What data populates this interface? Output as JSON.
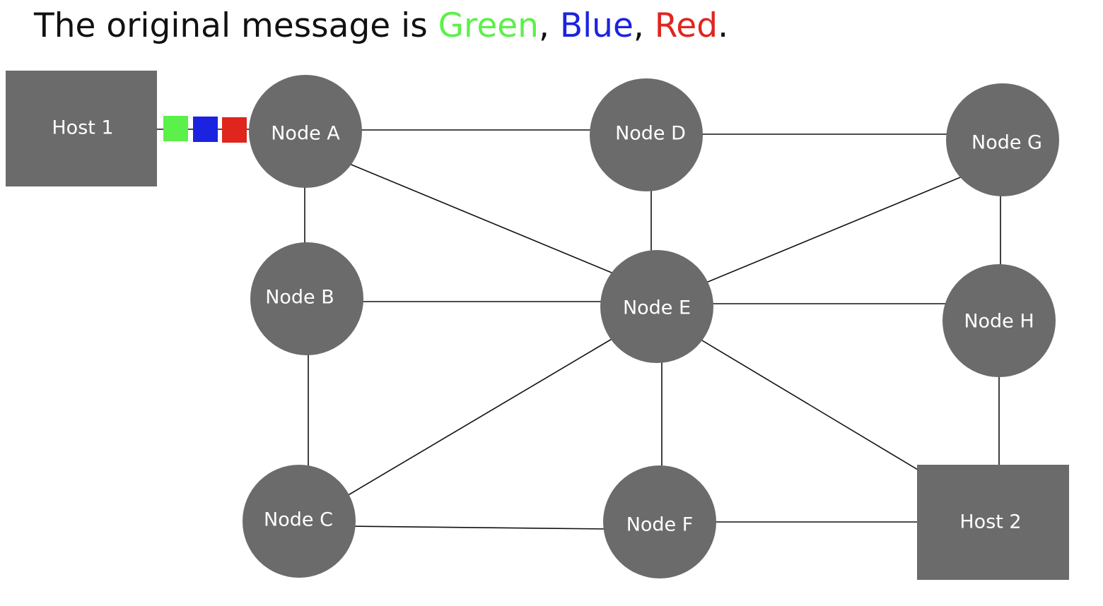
{
  "title": {
    "prefix": "The original message is ",
    "colors": [
      {
        "label": "Green",
        "color": "#5cf04a"
      },
      {
        "label": "Blue",
        "color": "#1c23e0"
      },
      {
        "label": "Red",
        "color": "#e0251f"
      }
    ],
    "separator": ", ",
    "suffix": "."
  },
  "colors": {
    "node_fill": "#6b6b6b",
    "node_text": "#ffffff",
    "edge": "#111111"
  },
  "nodes": {
    "host1": "Host 1",
    "a": "Node A",
    "b": "Node B",
    "c": "Node C",
    "d": "Node D",
    "e": "Node E",
    "f": "Node F",
    "g": "Node G",
    "h": "Node H",
    "host2": "Host 2"
  },
  "edges": [
    [
      "host1",
      "a"
    ],
    [
      "a",
      "d"
    ],
    [
      "d",
      "g"
    ],
    [
      "a",
      "b"
    ],
    [
      "a",
      "e"
    ],
    [
      "d",
      "e"
    ],
    [
      "g",
      "e"
    ],
    [
      "g",
      "h"
    ],
    [
      "b",
      "e"
    ],
    [
      "e",
      "h"
    ],
    [
      "b",
      "c"
    ],
    [
      "e",
      "c"
    ],
    [
      "e",
      "f"
    ],
    [
      "e",
      "host2"
    ],
    [
      "h",
      "host2"
    ],
    [
      "c",
      "f"
    ],
    [
      "f",
      "host2"
    ]
  ],
  "packets": [
    {
      "name": "green-packet",
      "color": "#5cf04a"
    },
    {
      "name": "blue-packet",
      "color": "#1c23e0"
    },
    {
      "name": "red-packet",
      "color": "#e0251f"
    }
  ]
}
